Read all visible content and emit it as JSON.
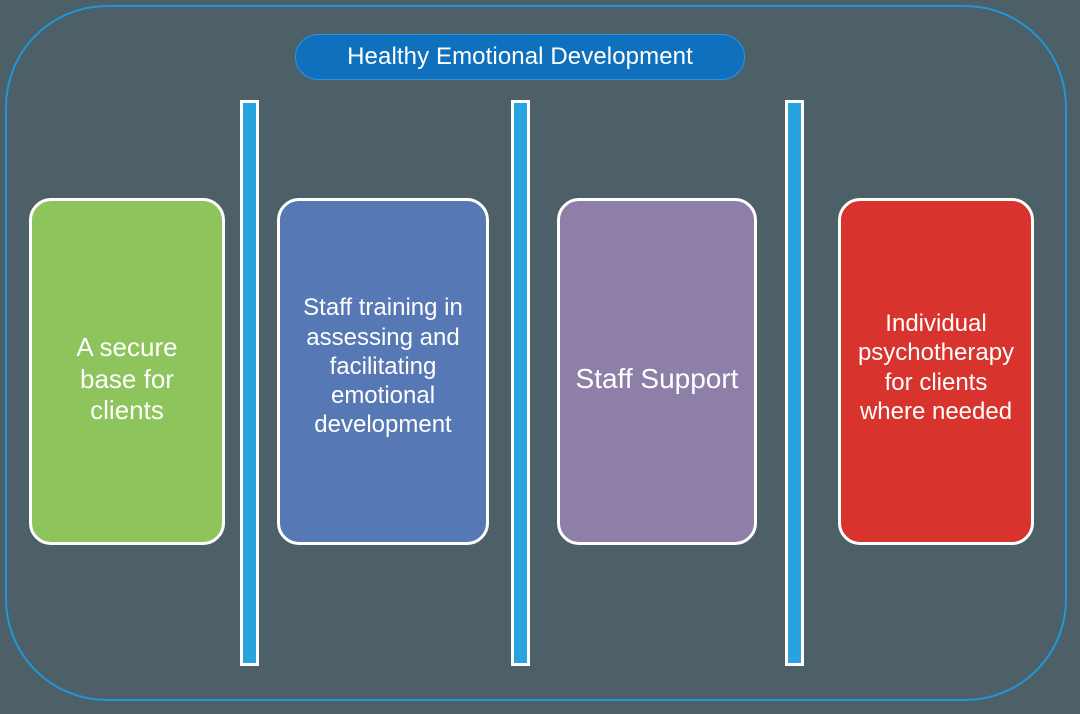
{
  "diagram": {
    "background_color": "#4d6068",
    "frame": {
      "name": "outer-rounded-frame",
      "border_color": "#2196d8"
    },
    "title": {
      "label": "Healthy Emotional Development",
      "fill_color": "#0f71bd",
      "text_color": "#ffffff"
    },
    "connectors": [
      {
        "name": "connector-1",
        "color": "#29a3e0"
      },
      {
        "name": "connector-2",
        "color": "#29a3e0"
      },
      {
        "name": "connector-3",
        "color": "#29a3e0"
      }
    ],
    "boxes": [
      {
        "name": "secure-base-box",
        "label": "A secure\nbase for\nclients",
        "color": "#8dc45c",
        "text_color": "#ffffff"
      },
      {
        "name": "staff-training-box",
        "label": "Staff training in\nassessing and\nfacilitating\nemotional\ndevelopment",
        "color": "#5678b4",
        "text_color": "#ffffff"
      },
      {
        "name": "staff-support-box",
        "label": "Staff Support",
        "color": "#8e7fa8",
        "text_color": "#ffffff"
      },
      {
        "name": "individual-psychotherapy-box",
        "label": "Individual\npsychotherapy\nfor clients\nwhere needed",
        "color": "#d8332d",
        "text_color": "#ffffff"
      }
    ]
  }
}
